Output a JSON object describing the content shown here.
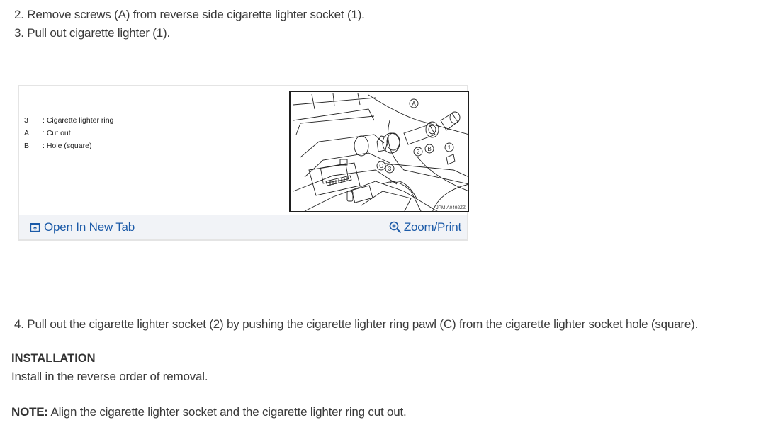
{
  "steps": {
    "step2": "2. Remove screws (A) from reverse side cigarette lighter socket (1).",
    "step3": "3. Pull out cigarette lighter (1).",
    "step4": "4. Pull out the cigarette lighter socket (2) by pushing the cigarette lighter ring pawl (C) from the cigarette lighter socket hole (square)."
  },
  "figure_card": {
    "legend": [
      {
        "key": "3",
        "desc": ": Cigarette lighter ring"
      },
      {
        "key": "A",
        "desc": ": Cut out"
      },
      {
        "key": "B",
        "desc": ": Hole (square)"
      }
    ],
    "figure_code": "JPMIA0492ZZ",
    "callouts": [
      "A",
      "B",
      "C",
      "1",
      "2",
      "3"
    ],
    "open_new_tab_label": "Open In New Tab",
    "zoom_print_label": "Zoom/Print",
    "open_icon": "open-in-new-tab-icon",
    "zoom_icon": "zoom-in-icon",
    "link_color": "#1b5aa8"
  },
  "installation": {
    "heading": "INSTALLATION",
    "text": "Install in the reverse order of removal.",
    "note_label": "NOTE:",
    "note_text": " Align the cigarette lighter socket and the cigarette lighter ring cut out."
  }
}
